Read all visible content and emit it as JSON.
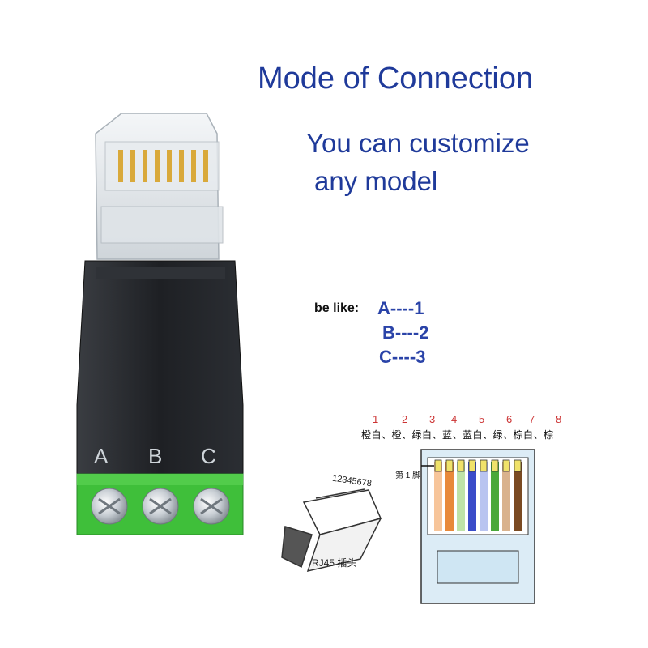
{
  "heading": {
    "title": "Mode of Connection",
    "subtitle_line1": "You can customize",
    "subtitle_line2": "any model"
  },
  "mapping": {
    "label": "be like:",
    "rows": [
      "A----1",
      "B----2",
      "C----3"
    ]
  },
  "terminals": [
    "A",
    "B",
    "C"
  ],
  "pinout": {
    "pin_numbers": [
      "1",
      "2",
      "3",
      "4",
      "5",
      "6",
      "7",
      "8"
    ],
    "wire_labels": "橙白、橙、绿白、蓝、蓝白、绿、棕白、棕",
    "first_pin_label": "第 1 脚",
    "plug_number": "12345678",
    "plug_label": "RJ45 插头"
  },
  "colors": {
    "title_blue": "#1f3a9a",
    "mapping_blue": "#2a43a8",
    "terminal_green": "#3fbf3a",
    "body_black": "#1b1d20"
  }
}
